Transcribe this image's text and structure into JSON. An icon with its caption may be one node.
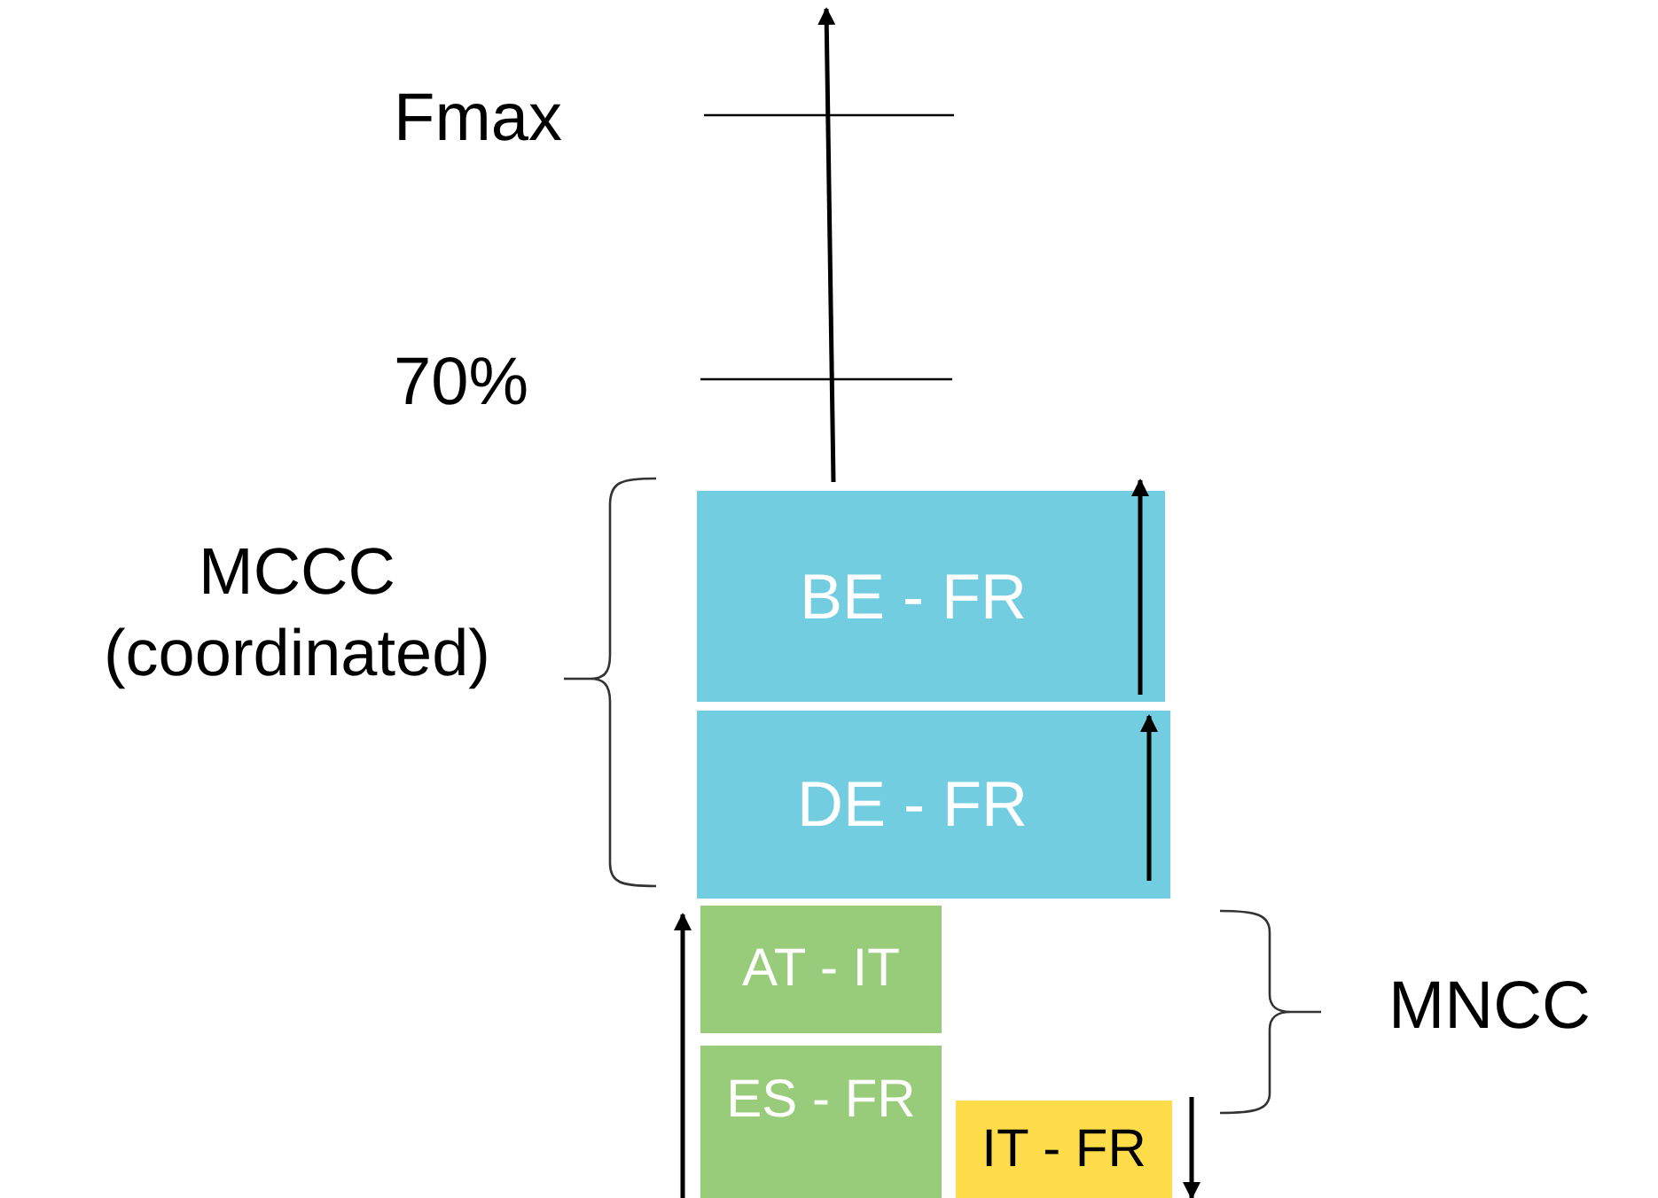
{
  "diagram": {
    "nodes": [
      {
        "text": [
          "BE - FR"
        ]
      },
      {
        "text": [
          "DE - FR"
        ]
      },
      {
        "text": [
          "AT - IT"
        ]
      },
      {
        "text": [
          "ES - FR"
        ]
      },
      {
        "text": [
          "IT - FR"
        ]
      }
    ],
    "labels": [
      "Fmax",
      "70%",
      "MCCC (coordinated)",
      "MNCC"
    ]
  }
}
